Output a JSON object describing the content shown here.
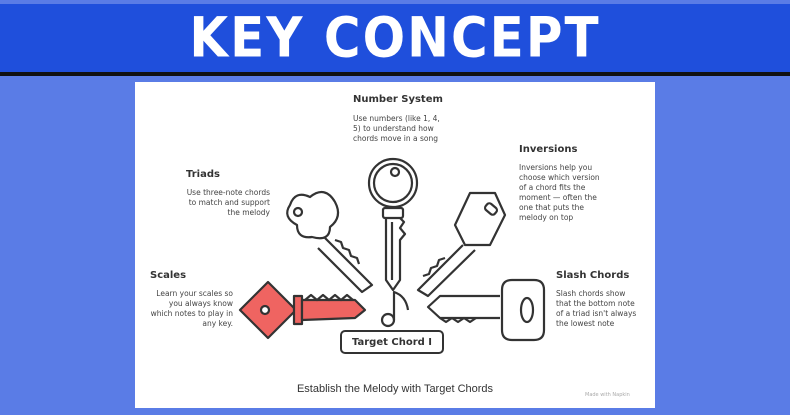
{
  "banner": {
    "title": "KEY CONCEPT"
  },
  "concepts": [
    {
      "title": "Number System",
      "desc": "Use numbers (like 1, 4, 5) to understand how chords move in a song"
    },
    {
      "title": "Inversions",
      "desc": "Inversions help you choose which version of a chord fits the moment — often the one that puts the melody on top"
    },
    {
      "title": "Triads",
      "desc": "Use three-note chords to match and support the melody"
    },
    {
      "title": "Scales",
      "desc": "Learn your scales so you always know which notes to play in any key."
    },
    {
      "title": "Slash Chords",
      "desc": "Slash chords show that the bottom note of a triad isn't always the lowest note"
    }
  ],
  "center": {
    "label": "Target Chord I"
  },
  "caption": "Establish the Melody with Target Chords",
  "watermark": "Made with Napkin",
  "colors": {
    "accent": "#ef6461",
    "banner": "#1f4fdc",
    "background": "#5a7ce6"
  }
}
